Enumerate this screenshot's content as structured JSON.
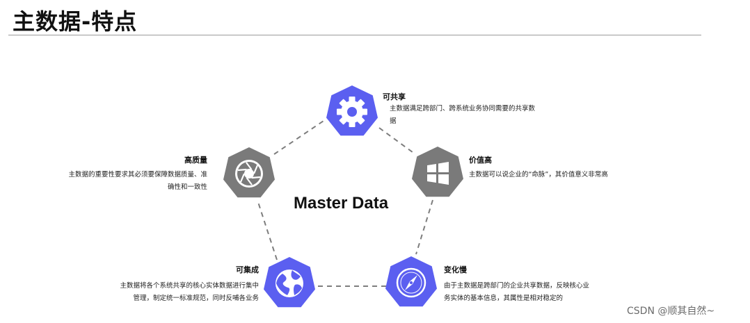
{
  "page": {
    "title": "主数据-特点"
  },
  "center": {
    "label": "Master Data"
  },
  "nodes": {
    "shareable": {
      "title": "可共享",
      "desc": "主数据满足跨部门、跨系统业务协同需要的共享数据",
      "icon": "gear-icon",
      "color": "#5b5ff0"
    },
    "high_value": {
      "title": "价值高",
      "desc": "主数据可以说企业的“命脉”，其价值意义非常高",
      "icon": "windows-icon",
      "color": "#7a7a7a"
    },
    "slow_change": {
      "title": "变化慢",
      "desc": "由于主数据是跨部门的企业共享数据，反映核心业务实体的基本信息，其属性是相对稳定的",
      "icon": "compass-icon",
      "color": "#5b5ff0"
    },
    "integrable": {
      "title": "可集成",
      "desc": "主数据将各个系统共享的核心实体数据进行集中管理，制定统一标准规范，同时反哺各业务",
      "icon": "globe-icon",
      "color": "#5b5ff0"
    },
    "high_quality": {
      "title": "高质量",
      "desc": "主数据的重要性要求其必须要保障数据质量、准确性和一致性",
      "icon": "aperture-icon",
      "color": "#7a7a7a"
    }
  },
  "watermark": "CSDN @顺其自然~"
}
